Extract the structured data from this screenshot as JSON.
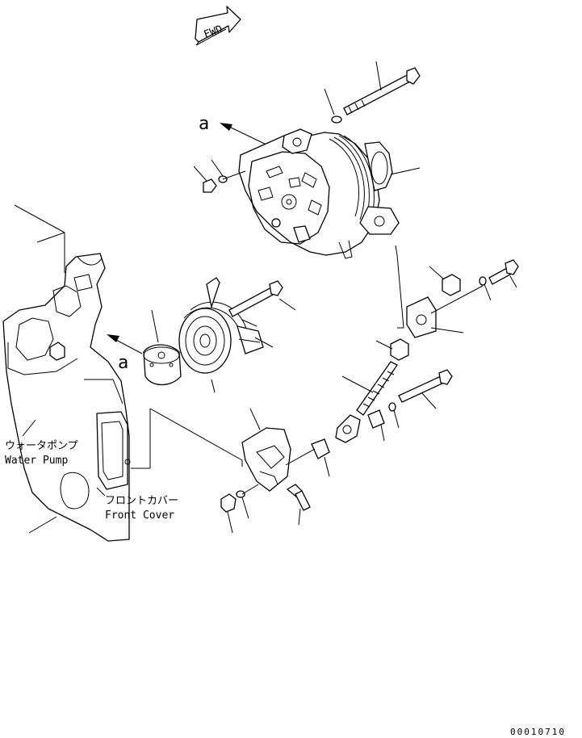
{
  "labels": {
    "fwd": "FWD",
    "view_a_top": "a",
    "view_a_left": "a",
    "water_pump_jp": "ウォータポンプ",
    "water_pump_en": "Water Pump",
    "front_cover_jp": "フロントカバー",
    "front_cover_en": "Front Cover",
    "drawing_number": "00010710"
  }
}
